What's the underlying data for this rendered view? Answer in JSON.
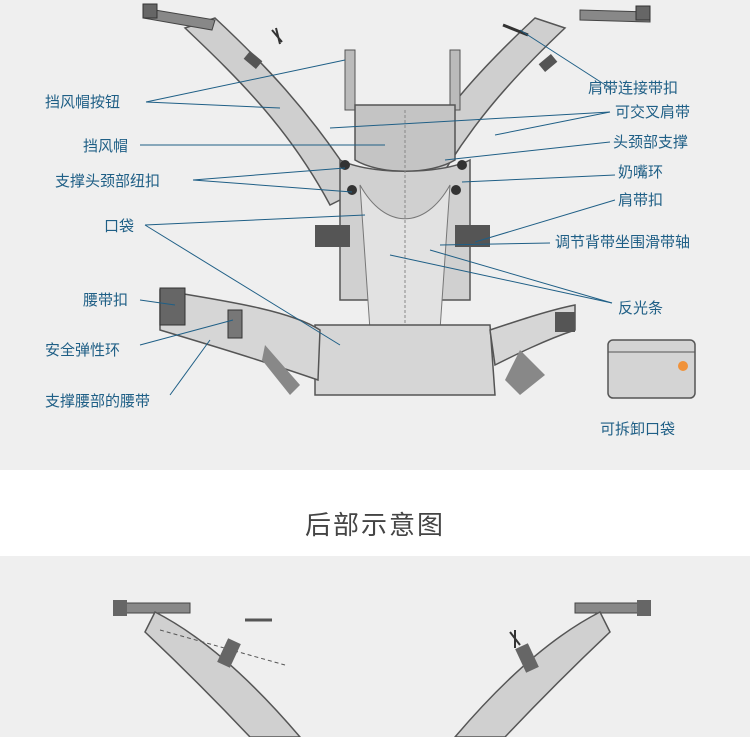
{
  "front": {
    "left_labels": [
      "挡风帽按钮",
      "挡风帽",
      "支撑头颈部纽扣",
      "口袋",
      "腰带扣",
      "安全弹性环",
      "支撑腰部的腰带"
    ],
    "right_labels": [
      "肩带连接带扣",
      "可交叉肩带",
      "头颈部支撑",
      "奶嘴环",
      "肩带扣",
      "调节背带坐围滑带轴",
      "反光条"
    ],
    "pouch_label": "可拆卸口袋"
  },
  "back": {
    "title": "后部示意图"
  },
  "colors": {
    "panel_bg": "#efefef",
    "label": "#1f5f86",
    "strap": "#c8c8c8",
    "dark": "#555555",
    "mesh": "#d8d8d8"
  }
}
